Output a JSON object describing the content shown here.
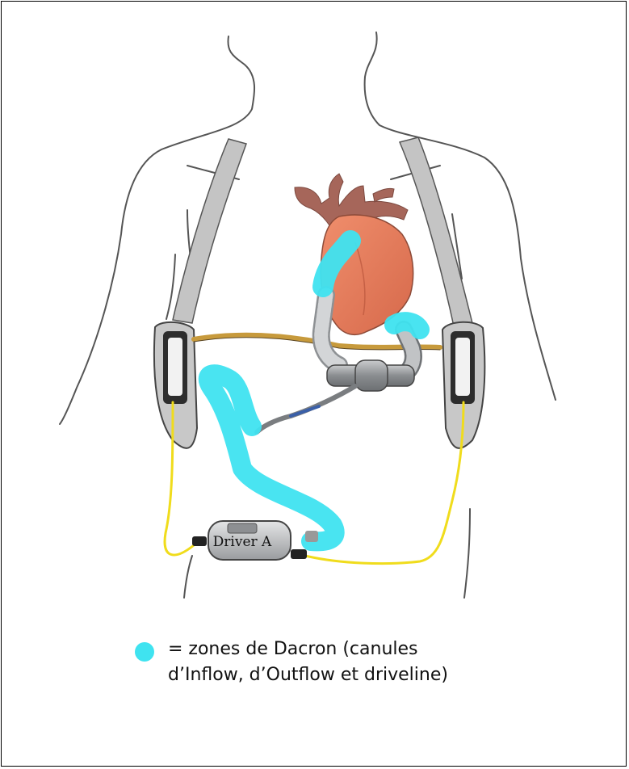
{
  "device": {
    "controller_label": "Driver A"
  },
  "legend": {
    "line1": "= zones de Dacron (canules",
    "line2": "d’Inflow, d’Outflow et driveline)"
  },
  "colors": {
    "dacron_zone": "#3fe3f0",
    "heart": "#e9805f",
    "vessels": "#a6665a",
    "body_outline": "#555555",
    "driveline": "#f0dc1c",
    "cannula": "#b9bcc0",
    "strap": "#bdbdbd"
  }
}
